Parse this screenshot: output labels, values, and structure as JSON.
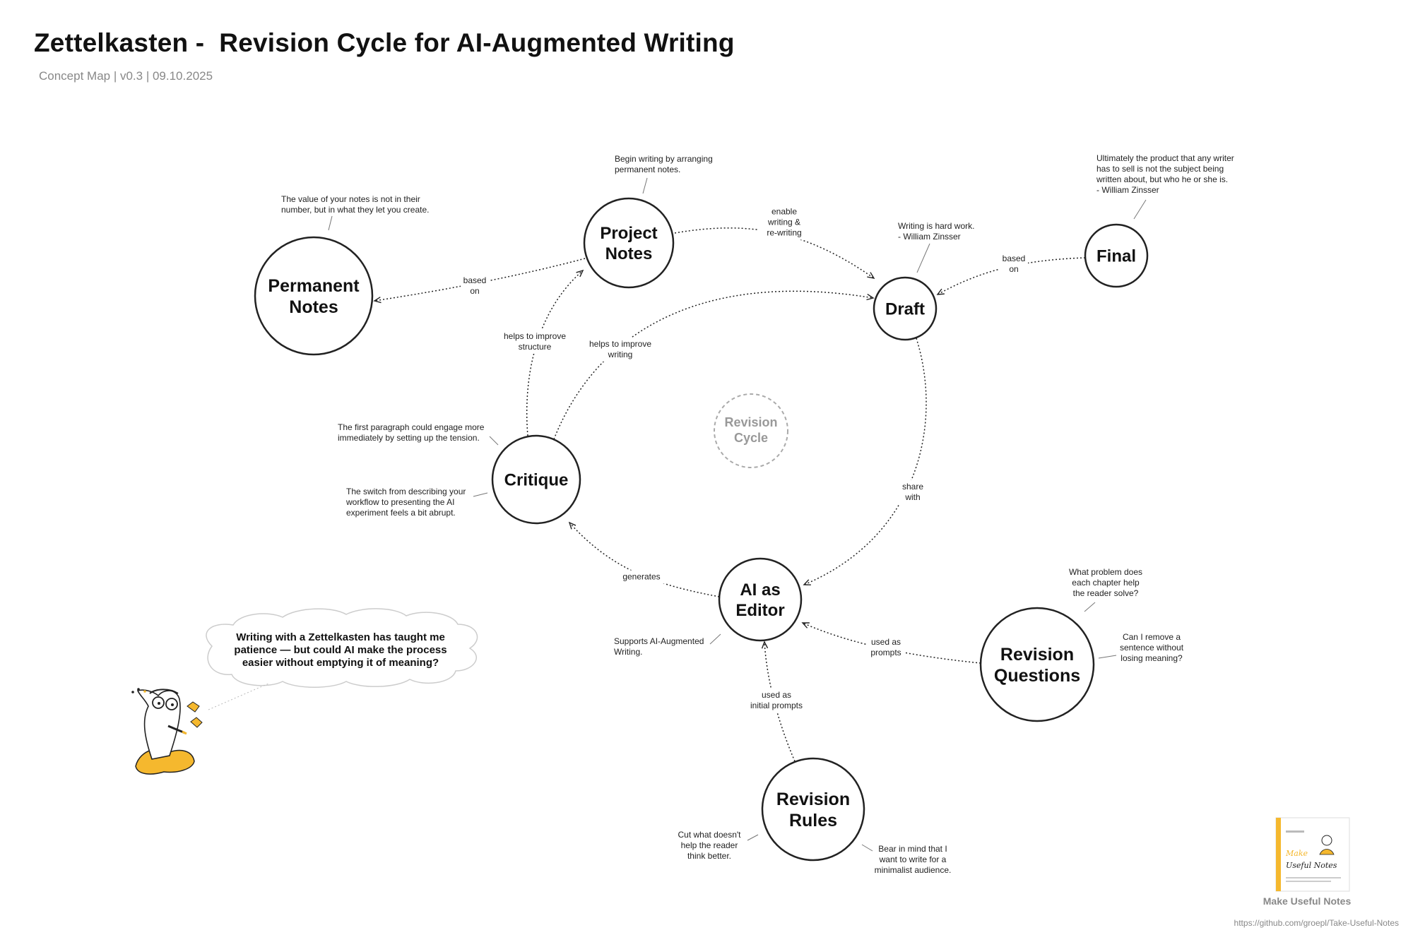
{
  "header": {
    "title": "Zettelkasten -  Revision Cycle for AI-Augmented Writing",
    "subtitle": "Concept Map | v0.3 | 09.10.2025"
  },
  "center": {
    "lines": [
      "Revision",
      "Cycle"
    ]
  },
  "nodes": [
    {
      "id": "permanent",
      "lines": [
        "Permanent",
        "Notes"
      ]
    },
    {
      "id": "project",
      "lines": [
        "Project",
        "Notes"
      ]
    },
    {
      "id": "draft",
      "lines": [
        "Draft"
      ]
    },
    {
      "id": "final",
      "lines": [
        "Final"
      ]
    },
    {
      "id": "critique",
      "lines": [
        "Critique"
      ]
    },
    {
      "id": "ai_editor",
      "lines": [
        "AI as",
        "Editor"
      ]
    },
    {
      "id": "revision_questions",
      "lines": [
        "Revision",
        "Questions"
      ]
    },
    {
      "id": "revision_rules",
      "lines": [
        "Revision",
        "Rules"
      ]
    }
  ],
  "edges": [
    {
      "from": "project",
      "to": "permanent",
      "lines": [
        "based",
        "on"
      ]
    },
    {
      "from": "project",
      "to": "draft",
      "lines": [
        "enable",
        "writing &",
        "re-writing"
      ]
    },
    {
      "from": "final",
      "to": "draft",
      "lines": [
        "based",
        "on"
      ]
    },
    {
      "from": "draft",
      "to": "ai_editor",
      "lines": [
        "share",
        "with"
      ]
    },
    {
      "from": "ai_editor",
      "to": "critique",
      "lines": [
        "generates"
      ]
    },
    {
      "from": "critique",
      "to": "project",
      "lines": [
        "helps to improve",
        "structure"
      ]
    },
    {
      "from": "critique",
      "to": "draft",
      "lines": [
        "helps to improve",
        "writing"
      ]
    },
    {
      "from": "revision_questions",
      "to": "ai_editor",
      "lines": [
        "used as",
        "prompts"
      ]
    },
    {
      "from": "revision_rules",
      "to": "ai_editor",
      "lines": [
        "used as",
        "initial prompts"
      ]
    }
  ],
  "notes": [
    {
      "id": "note-permanent",
      "lines": [
        "The value of your notes is not in their",
        "number, but in what they let you create."
      ]
    },
    {
      "id": "note-project",
      "lines": [
        "Begin writing by arranging",
        "permanent notes."
      ]
    },
    {
      "id": "note-draft",
      "lines": [
        "Writing is hard work.",
        "- William Zinsser"
      ]
    },
    {
      "id": "note-final",
      "lines": [
        "Ultimately the product that any writer",
        "has to sell is not the subject being",
        "written about, but who he or she is.",
        "- William Zinsser"
      ]
    },
    {
      "id": "note-critique-1",
      "lines": [
        "The first paragraph could engage more",
        "immediately by setting up the tension."
      ]
    },
    {
      "id": "note-critique-2",
      "lines": [
        "The switch from describing your",
        "workflow to presenting the AI",
        "experiment feels a bit abrupt."
      ]
    },
    {
      "id": "note-ai-editor",
      "lines": [
        "Supports AI-Augmented",
        "Writing."
      ]
    },
    {
      "id": "note-questions-1",
      "lines": [
        "What problem does",
        "each chapter help",
        "the reader solve?"
      ]
    },
    {
      "id": "note-questions-2",
      "lines": [
        "Can I remove a",
        "sentence without",
        "losing meaning?"
      ]
    },
    {
      "id": "note-rules-1",
      "lines": [
        "Cut what doesn't",
        "help the reader",
        "think better."
      ]
    },
    {
      "id": "note-rules-2",
      "lines": [
        "Bear in mind that I",
        "want to write for a",
        "minimalist audience."
      ]
    }
  ],
  "thought_bubble": {
    "lines": [
      "Writing with a Zettelkasten has taught me",
      "patience — but could AI make the process",
      "easier without emptying it of meaning?"
    ]
  },
  "book": {
    "cover_title_1": "Make",
    "cover_title_2": "Useful Notes",
    "caption": "Make Useful Notes"
  },
  "footer": {
    "url": "https://github.com/groepl/Take-Useful-Notes"
  },
  "colors": {
    "accent": "#f5b82e",
    "stroke": "#222222",
    "muted": "#999999"
  }
}
